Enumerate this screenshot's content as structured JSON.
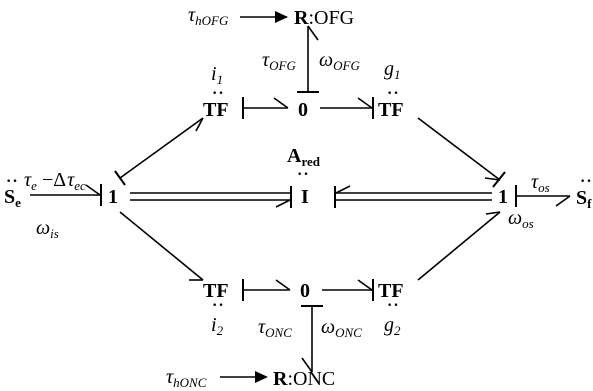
{
  "nodes": {
    "se": {
      "main": "S",
      "sub": "e"
    },
    "sf": {
      "main": "S",
      "sub": "f"
    },
    "one_left": "1",
    "one_right": "1",
    "inertia": {
      "label": "I"
    },
    "ared": {
      "main": "A",
      "sub": "red"
    },
    "zero_top": "0",
    "zero_bottom": "0",
    "tf_top_left": "TF",
    "tf_top_right": "TF",
    "tf_bottom_left": "TF",
    "tf_bottom_right": "TF",
    "r_ofg": {
      "r": "R",
      "name": ":OFG"
    },
    "r_onc": {
      "r": "R",
      "name": ":ONC"
    }
  },
  "labels": {
    "tau_e_main": "τ",
    "tau_e_sub": "e",
    "minus_delta": " −Δ",
    "tau_ec_main": "τ",
    "tau_ec_sub": "ec",
    "omega_is_main": "ω",
    "omega_is_sub": "is",
    "tau_os_main": "τ",
    "tau_os_sub": "os",
    "omega_os_main": "ω",
    "omega_os_sub": "os",
    "i1_main": "i",
    "i1_sub": "1",
    "i2_main": "i",
    "i2_sub": "2",
    "g1_main": "g",
    "g1_sub": "1",
    "g2_main": "g",
    "g2_sub": "2",
    "tau_ofg_main": "τ",
    "tau_ofg_sub": "OFG",
    "omega_ofg_main": "ω",
    "omega_ofg_sub": "OFG",
    "tau_onc_main": "τ",
    "tau_onc_sub": "ONC",
    "omega_onc_main": "ω",
    "omega_onc_sub": "ONC",
    "tau_hofg_main": "τ",
    "tau_hofg_sub": "hOFG",
    "tau_honc_main": "τ",
    "tau_honc_sub": "hONC",
    "dots": "··"
  }
}
